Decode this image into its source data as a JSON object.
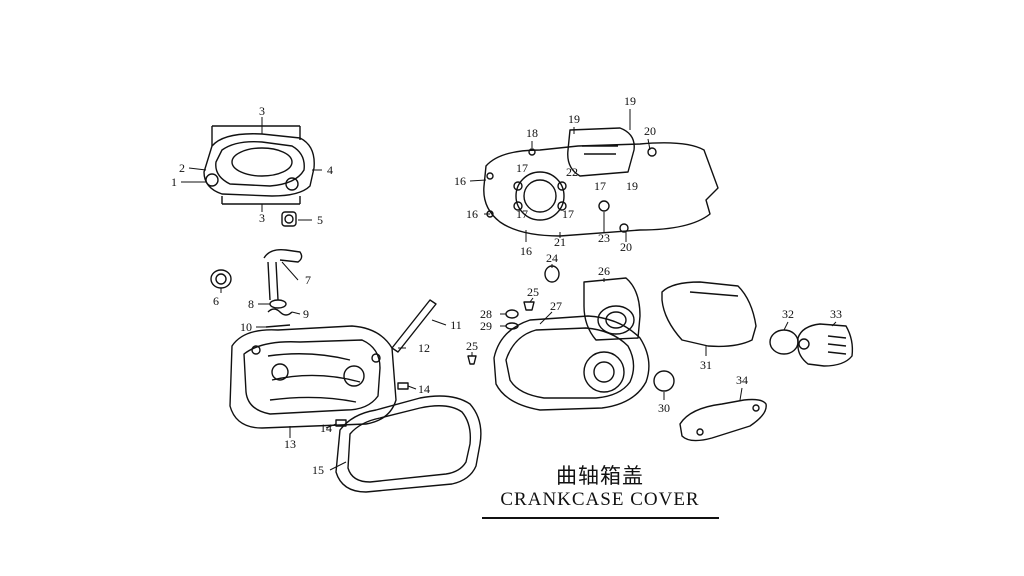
{
  "title": {
    "chinese": "曲轴箱盖",
    "english": "CRANKCASE COVER"
  },
  "callouts": [
    {
      "id": "c3a",
      "label": "3"
    },
    {
      "id": "c2",
      "label": "2"
    },
    {
      "id": "c1",
      "label": "1"
    },
    {
      "id": "c4",
      "label": "4"
    },
    {
      "id": "c3b",
      "label": "3"
    },
    {
      "id": "c5",
      "label": "5"
    },
    {
      "id": "c6",
      "label": "6"
    },
    {
      "id": "c7",
      "label": "7"
    },
    {
      "id": "c8",
      "label": "8"
    },
    {
      "id": "c9",
      "label": "9"
    },
    {
      "id": "c10",
      "label": "10"
    },
    {
      "id": "c11",
      "label": "11"
    },
    {
      "id": "c12",
      "label": "12"
    },
    {
      "id": "c13",
      "label": "13"
    },
    {
      "id": "c14a",
      "label": "14"
    },
    {
      "id": "c14b",
      "label": "14"
    },
    {
      "id": "c15",
      "label": "15"
    },
    {
      "id": "c16a",
      "label": "16"
    },
    {
      "id": "c16b",
      "label": "16"
    },
    {
      "id": "c16c",
      "label": "16"
    },
    {
      "id": "c17a",
      "label": "17"
    },
    {
      "id": "c17b",
      "label": "17"
    },
    {
      "id": "c17c",
      "label": "17"
    },
    {
      "id": "c17d",
      "label": "17"
    },
    {
      "id": "c18",
      "label": "18"
    },
    {
      "id": "c19a",
      "label": "19"
    },
    {
      "id": "c19b",
      "label": "19"
    },
    {
      "id": "c19c",
      "label": "19"
    },
    {
      "id": "c20a",
      "label": "20"
    },
    {
      "id": "c20b",
      "label": "20"
    },
    {
      "id": "c21",
      "label": "21"
    },
    {
      "id": "c22",
      "label": "22"
    },
    {
      "id": "c23",
      "label": "23"
    },
    {
      "id": "c24",
      "label": "24"
    },
    {
      "id": "c25a",
      "label": "25"
    },
    {
      "id": "c25b",
      "label": "25"
    },
    {
      "id": "c26",
      "label": "26"
    },
    {
      "id": "c27",
      "label": "27"
    },
    {
      "id": "c28",
      "label": "28"
    },
    {
      "id": "c29",
      "label": "29"
    },
    {
      "id": "c30",
      "label": "30"
    },
    {
      "id": "c31",
      "label": "31"
    },
    {
      "id": "c32",
      "label": "32"
    },
    {
      "id": "c33",
      "label": "33"
    },
    {
      "id": "c34",
      "label": "34"
    }
  ]
}
